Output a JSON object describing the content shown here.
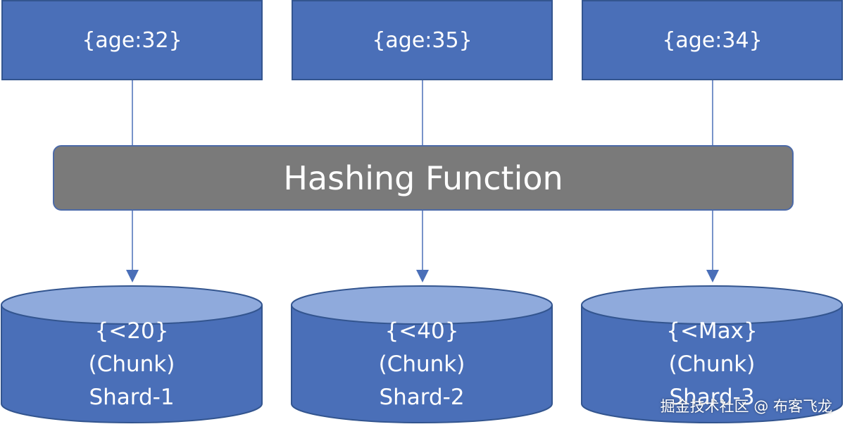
{
  "documents": [
    {
      "label": "{age:32}"
    },
    {
      "label": "{age:35}"
    },
    {
      "label": "{age:34}"
    }
  ],
  "hashing": {
    "label": "Hashing Function"
  },
  "shards": [
    {
      "range": "{<20}",
      "chunk": "(Chunk)",
      "name": "Shard-1"
    },
    {
      "range": "{<40}",
      "chunk": "(Chunk)",
      "name": "Shard-2"
    },
    {
      "range": "{<Max}",
      "chunk": "(Chunk)",
      "name": "Shard-3"
    }
  ],
  "watermark": "掘金技术社区 @ 布客飞龙",
  "colors": {
    "box_fill": "#4a6fb8",
    "box_border": "#33558f",
    "hash_fill": "#7a7a7a",
    "cylinder_top": "#8faadc",
    "line": "#4a6fb8"
  }
}
